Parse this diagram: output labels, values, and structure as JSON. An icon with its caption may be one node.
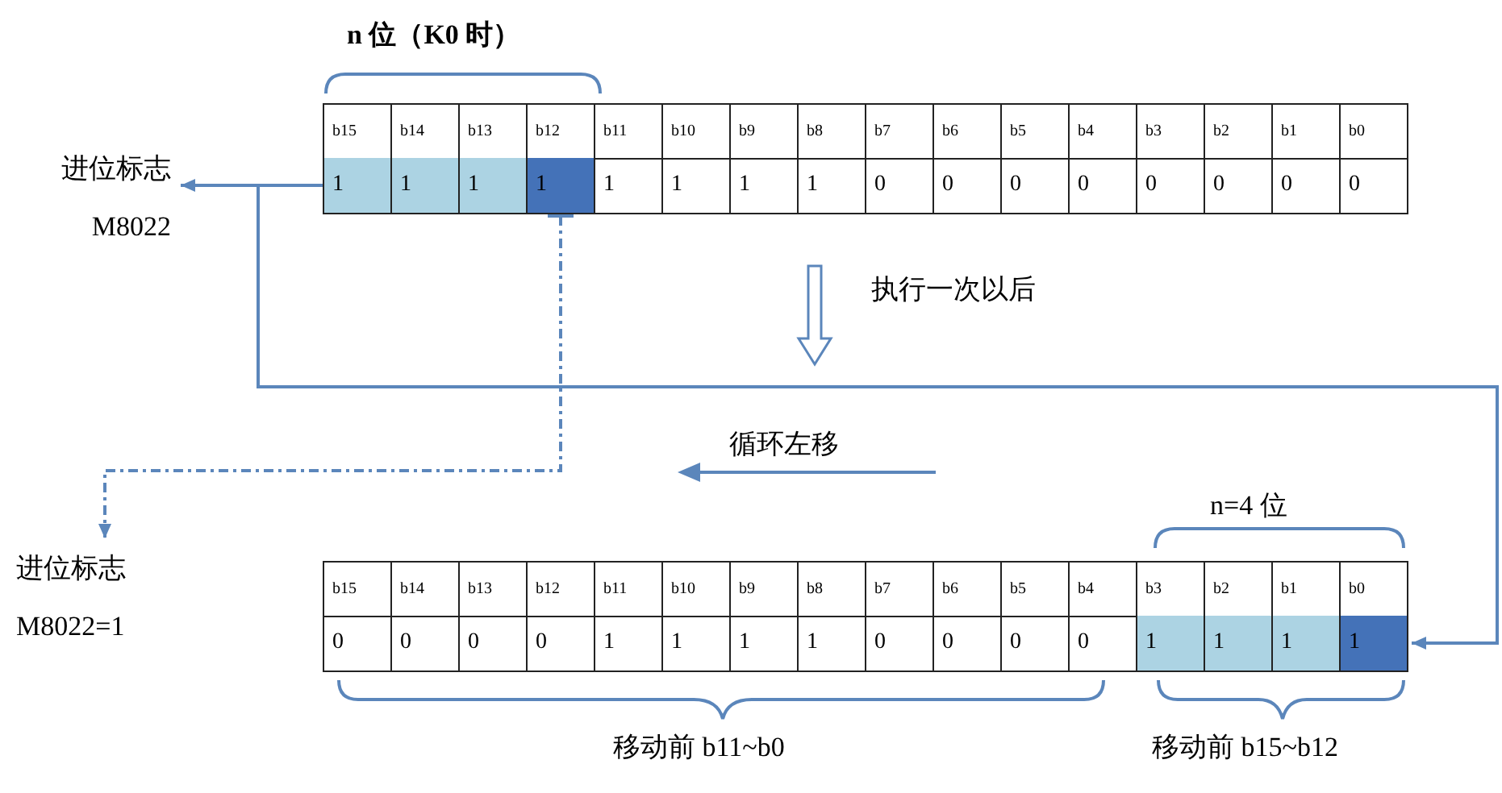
{
  "diagram": {
    "nodes": [
      {
        "text": [
          "进位标志",
          "M8022"
        ]
      },
      {
        "text": [
          "b15",
          "1"
        ]
      },
      {
        "text": [
          "b14",
          "1"
        ]
      },
      {
        "text": [
          "b13",
          "1"
        ]
      },
      {
        "text": [
          "b12",
          "1"
        ]
      },
      {
        "text": [
          "b11",
          "1"
        ]
      },
      {
        "text": [
          "b10",
          "1"
        ]
      },
      {
        "text": [
          "b9",
          "1"
        ]
      },
      {
        "text": [
          "b8",
          "1"
        ]
      },
      {
        "text": [
          "b7",
          "0"
        ]
      },
      {
        "text": [
          "b6",
          "0"
        ]
      },
      {
        "text": [
          "b5",
          "0"
        ]
      },
      {
        "text": [
          "b4",
          "0"
        ]
      },
      {
        "text": [
          "b3",
          "0"
        ]
      },
      {
        "text": [
          "b2",
          "0"
        ]
      },
      {
        "text": [
          "b1",
          "0"
        ]
      },
      {
        "text": [
          "b0",
          "0"
        ]
      },
      {
        "text": [
          "进位标志",
          "M8022=1"
        ]
      },
      {
        "text": [
          "b15",
          "0"
        ]
      },
      {
        "text": [
          "b14",
          "0"
        ]
      },
      {
        "text": [
          "b13",
          "0"
        ]
      },
      {
        "text": [
          "b12",
          "0"
        ]
      },
      {
        "text": [
          "b11",
          "1"
        ]
      },
      {
        "text": [
          "b10",
          "1"
        ]
      },
      {
        "text": [
          "b9",
          "1"
        ]
      },
      {
        "text": [
          "b8",
          "1"
        ]
      },
      {
        "text": [
          "b7",
          "0"
        ]
      },
      {
        "text": [
          "b6",
          "0"
        ]
      },
      {
        "text": [
          "b5",
          "0"
        ]
      },
      {
        "text": [
          "b4",
          "0"
        ]
      },
      {
        "text": [
          "b3",
          "1"
        ]
      },
      {
        "text": [
          "b2",
          "1"
        ]
      },
      {
        "text": [
          "b1",
          "1"
        ]
      },
      {
        "text": [
          "b0",
          "1"
        ]
      }
    ],
    "edges": [
      {
        "from": 1,
        "to": 0,
        "arrow": "to"
      },
      {
        "from": 1,
        "to": 33,
        "arrow": "to"
      },
      {
        "from": 4,
        "to": 17,
        "arrow": "to",
        "style": "dashed"
      }
    ],
    "labels": [
      "n 位（K0 时）",
      "执行一次以后",
      "循环左移",
      "n=4 位",
      "移动前 b11~b0",
      "移动前 b15~b12"
    ]
  }
}
